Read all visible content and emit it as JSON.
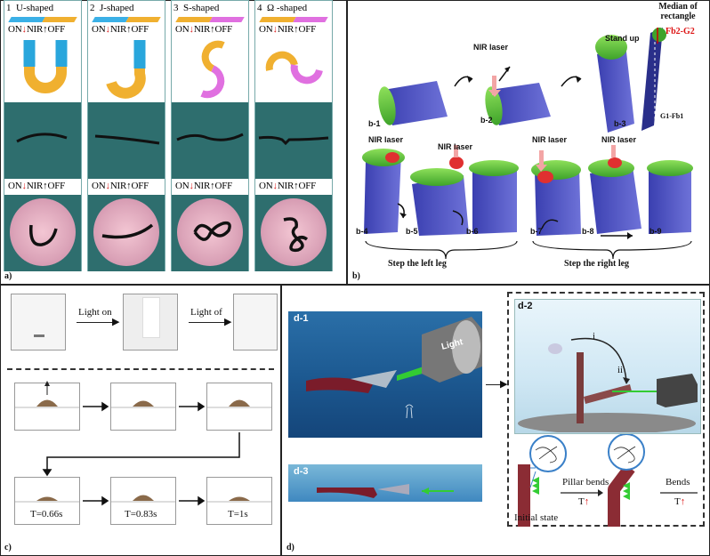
{
  "panel_a": {
    "label": "a)",
    "columns": [
      {
        "num": "1",
        "name": "U-shaped",
        "bar_left": "#3bb0e6",
        "bar_right": "#f0b030"
      },
      {
        "num": "2",
        "name": "J-shaped",
        "bar_left": "#3bb0e6",
        "bar_right": "#f0b030"
      },
      {
        "num": "3",
        "name": "S-shaped",
        "bar_left": "#f0b030",
        "bar_right": "#e070e0"
      },
      {
        "num": "4",
        "name": "Ω -shaped",
        "bar_left": "#f0b030",
        "bar_right": "#e070e0"
      }
    ],
    "on": "ON",
    "nir": "NIR",
    "off": "OFF"
  },
  "panel_b": {
    "label": "b)",
    "median_title": "Median of rectangle",
    "force_top": "Fb2-G2",
    "force_bottom": "G1-Fb1",
    "stand_up": "Stand up",
    "nir_laser": "NIR laser",
    "steps": [
      "b-1",
      "b-2",
      "b-3",
      "b-4",
      "b-5",
      "b-6",
      "b-7",
      "b-8",
      "b-9"
    ],
    "left_leg": "Step the left leg",
    "right_leg": "Step the right leg"
  },
  "panel_c": {
    "label": "c)",
    "light_on": "Light on",
    "light_off": "Light of",
    "times": [
      "T=0.66s",
      "T=0.83s",
      "T=1s"
    ]
  },
  "panel_d": {
    "label": "d)",
    "d1": "d-1",
    "d2": "d-2",
    "d3": "d-3",
    "light": "Light",
    "i": "i",
    "ii": "ii",
    "pillar_bends": "Pillar bends",
    "bends": "Bends",
    "t": "T",
    "initial_state": "Initial state"
  }
}
